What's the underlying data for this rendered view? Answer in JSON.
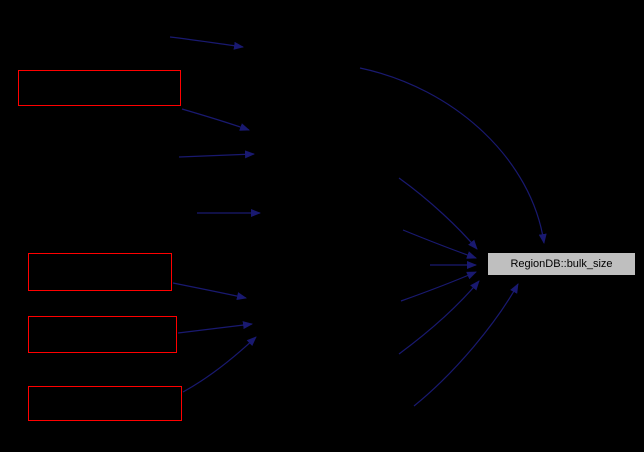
{
  "diagram": {
    "type": "call-graph",
    "background": "#000000",
    "colors": {
      "edge": "#191970",
      "caller_node_border": "#ff0000",
      "target_node_fill": "#bfbfbf",
      "target_node_border": "#000000",
      "target_node_text": "#000000"
    },
    "target_node": {
      "label": "RegionDB::bulk_size"
    },
    "caller_nodes": [
      {
        "label": ""
      },
      {
        "label": ""
      },
      {
        "label": ""
      },
      {
        "label": ""
      }
    ],
    "edge_count": 14
  }
}
